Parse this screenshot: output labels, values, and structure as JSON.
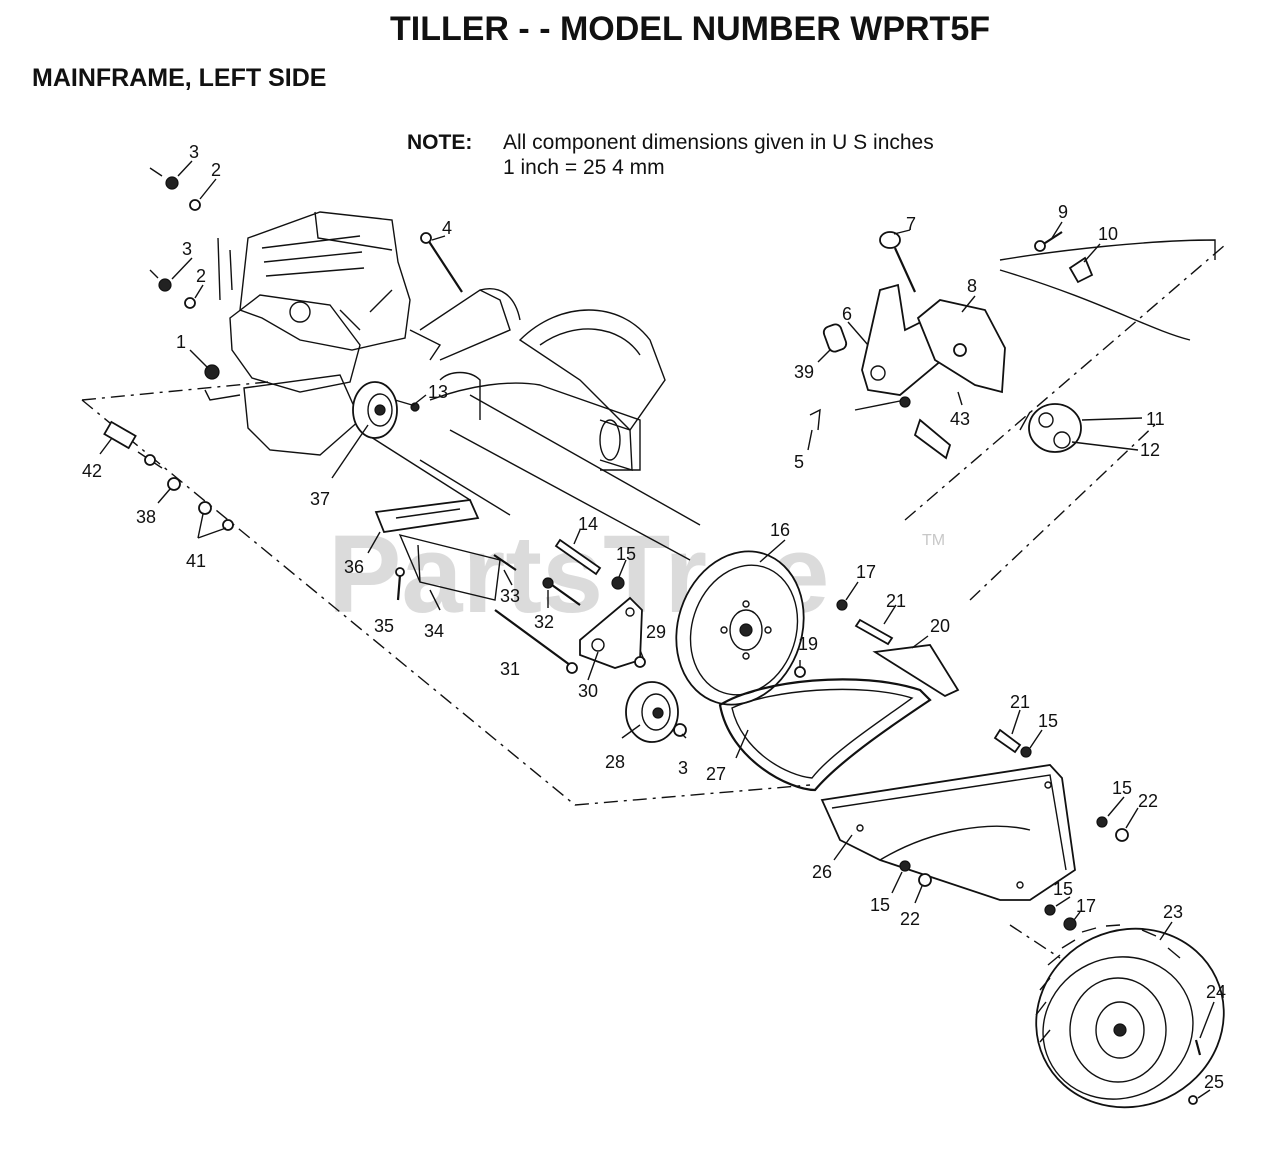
{
  "title": "TILLER - - MODEL NUMBER WPRT5F",
  "subtitle": "MAINFRAME, LEFT SIDE",
  "note": {
    "label": "NOTE:",
    "line1": "All component dimensions given in U S  inches",
    "line2": "1 inch = 25 4 mm"
  },
  "watermark": {
    "text": "PartsTree",
    "tm": "TM"
  },
  "callouts": [
    {
      "id": "c3a",
      "label": "3"
    },
    {
      "id": "c2a",
      "label": "2"
    },
    {
      "id": "c3b",
      "label": "3"
    },
    {
      "id": "c2b",
      "label": "2"
    },
    {
      "id": "c1",
      "label": "1"
    },
    {
      "id": "c4",
      "label": "4"
    },
    {
      "id": "c13",
      "label": "13"
    },
    {
      "id": "c37",
      "label": "37"
    },
    {
      "id": "c42",
      "label": "42"
    },
    {
      "id": "c38",
      "label": "38"
    },
    {
      "id": "c41",
      "label": "41"
    },
    {
      "id": "c36",
      "label": "36"
    },
    {
      "id": "c35",
      "label": "35"
    },
    {
      "id": "c34",
      "label": "34"
    },
    {
      "id": "c33",
      "label": "33"
    },
    {
      "id": "c32",
      "label": "32"
    },
    {
      "id": "c31",
      "label": "31"
    },
    {
      "id": "c30",
      "label": "30"
    },
    {
      "id": "c29",
      "label": "29"
    },
    {
      "id": "c28",
      "label": "28"
    },
    {
      "id": "c3c",
      "label": "3"
    },
    {
      "id": "c14",
      "label": "14"
    },
    {
      "id": "c15a",
      "label": "15"
    },
    {
      "id": "c16",
      "label": "16"
    },
    {
      "id": "c17a",
      "label": "17"
    },
    {
      "id": "c19",
      "label": "19"
    },
    {
      "id": "c21a",
      "label": "21"
    },
    {
      "id": "c20",
      "label": "20"
    },
    {
      "id": "c21b",
      "label": "21"
    },
    {
      "id": "c15b",
      "label": "15"
    },
    {
      "id": "c27",
      "label": "27"
    },
    {
      "id": "c26",
      "label": "26"
    },
    {
      "id": "c15c",
      "label": "15"
    },
    {
      "id": "c22a",
      "label": "22"
    },
    {
      "id": "c15d",
      "label": "15"
    },
    {
      "id": "c22b",
      "label": "22"
    },
    {
      "id": "c15e",
      "label": "15"
    },
    {
      "id": "c17b",
      "label": "17"
    },
    {
      "id": "c23",
      "label": "23"
    },
    {
      "id": "c24",
      "label": "24"
    },
    {
      "id": "c25",
      "label": "25"
    },
    {
      "id": "c7",
      "label": "7"
    },
    {
      "id": "c8",
      "label": "8"
    },
    {
      "id": "c6",
      "label": "6"
    },
    {
      "id": "c39",
      "label": "39"
    },
    {
      "id": "c43",
      "label": "43"
    },
    {
      "id": "c5",
      "label": "5"
    },
    {
      "id": "c9",
      "label": "9"
    },
    {
      "id": "c10",
      "label": "10"
    },
    {
      "id": "c11",
      "label": "11"
    },
    {
      "id": "c12",
      "label": "12"
    }
  ]
}
